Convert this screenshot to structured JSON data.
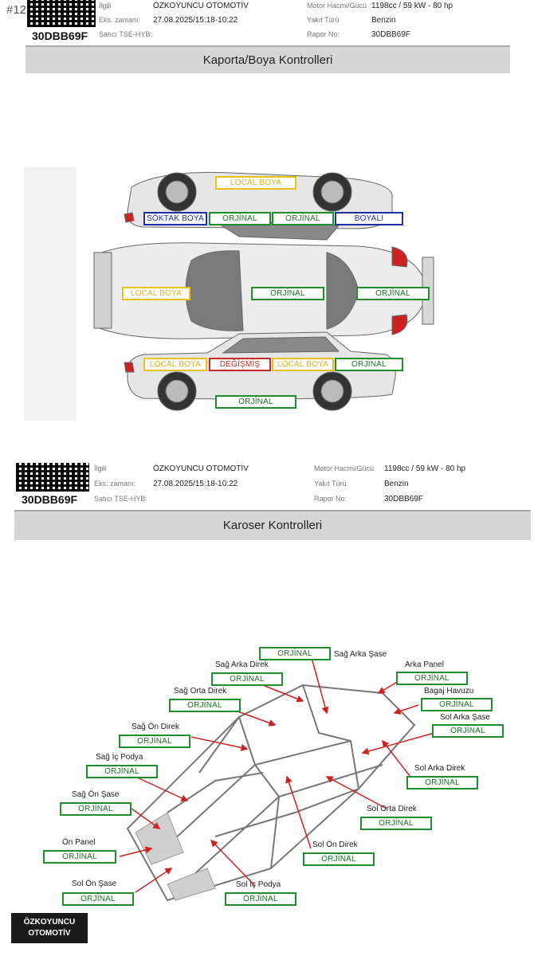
{
  "header_top": {
    "corner_id": "#125 7",
    "report_code": "30DBB69F",
    "labels": {
      "ilgili": "İlgili",
      "eks": "Eks. zamanı:",
      "satici": "Satıcı TSE-HYB:",
      "motor": "Motor Hacmi/Gücü",
      "yakit": "Yakıt Türü",
      "rapor": "Rapor No:"
    },
    "values": {
      "ilgili": "ÖZKOYUNCU OTOMOTİV",
      "eks": "27.08.2025/15:18-10:22",
      "motor": "1198cc / 59 kW - 80 hp",
      "yakit": "Benzin",
      "rapor": "30DBB69F"
    }
  },
  "section1": {
    "title": "Kaporta/Boya Kontrolleri",
    "tags": {
      "roof_top": "LOCAL BOYA",
      "r1a": "SÖKTAK BOYA",
      "r1b": "ORJİNAL",
      "r1c": "ORJİNAL",
      "r1d": "BOYALI",
      "hood": "LOCAL BOYA",
      "roof": "ORJİNAL",
      "trunk": "ORJİNAL",
      "r3a": "LOCAL BOYA",
      "r3b": "DEĞİŞMİŞ",
      "r3c": "LOCAL BOYA",
      "r3d": "ORJİNAL",
      "bottom": "ORJİNAL"
    }
  },
  "header_mid": {
    "report_code": "30DBB69F",
    "labels": {
      "ilgili": "İlgili",
      "eks": "Eks. zamanı:",
      "satici": "Satıcı TSE-HYB:",
      "motor": "Motor Hacmi/Gücü",
      "yakit": "Yakıt Türü",
      "rapor": "Rapor No:"
    },
    "values": {
      "ilgili": "ÖZKOYUNCU OTOMOTİV",
      "eks": "27.08.2025/15:18-10:22",
      "motor": "1198cc / 59 kW - 80 hp",
      "yakit": "Benzin",
      "rapor": "30DBB69F"
    }
  },
  "section2": {
    "title": "Karoser Kontrolleri",
    "items": {
      "sag_arka_sase": {
        "name": "Sağ Arka Şase",
        "status": "ORJİNAL"
      },
      "sag_arka_direk": {
        "name": "Sağ Arka Direk",
        "status": "ORJİNAL"
      },
      "arka_panel": {
        "name": "Arka Panel",
        "status": "ORJİNAL"
      },
      "sag_orta_direk": {
        "name": "Sağ Orta Direk",
        "status": "ORJİNAL"
      },
      "bagaj_havuzu": {
        "name": "Bagaj Havuzu",
        "status": "ORJİNAL"
      },
      "sol_arka_sase": {
        "name": "Sol Arka Şase",
        "status": "ORJİNAL"
      },
      "sag_on_direk": {
        "name": "Sağ Ön Direk",
        "status": "ORJİNAL"
      },
      "sag_ic_podya": {
        "name": "Sağ İç Podya",
        "status": "ORJİNAL"
      },
      "sol_arka_direk": {
        "name": "Sol Arka Direk",
        "status": "ORJİNAL"
      },
      "sag_on_sase": {
        "name": "Sağ Ön Şase",
        "status": "ORJİNAL"
      },
      "sol_orta_direk": {
        "name": "Sol Orta Direk",
        "status": "ORJİNAL"
      },
      "on_panel": {
        "name": "Ön Panel",
        "status": "ORJİNAL"
      },
      "sol_on_direk": {
        "name": "Sol Ön Direk",
        "status": "ORJİNAL"
      },
      "sol_on_sase": {
        "name": "Sol Ön Şase",
        "status": "ORJİNAL"
      },
      "sol_ic_podya": {
        "name": "Sol İç Podya",
        "status": "ORJİNAL"
      }
    }
  },
  "logo": {
    "line1": "ÖZKOYUNCU",
    "line2": "OTOMOTİV"
  },
  "colors": {
    "ok": "#1f8f2e",
    "local": "#e8c21a",
    "painted": "#1c2fa6",
    "changed": "#c92a2a"
  }
}
